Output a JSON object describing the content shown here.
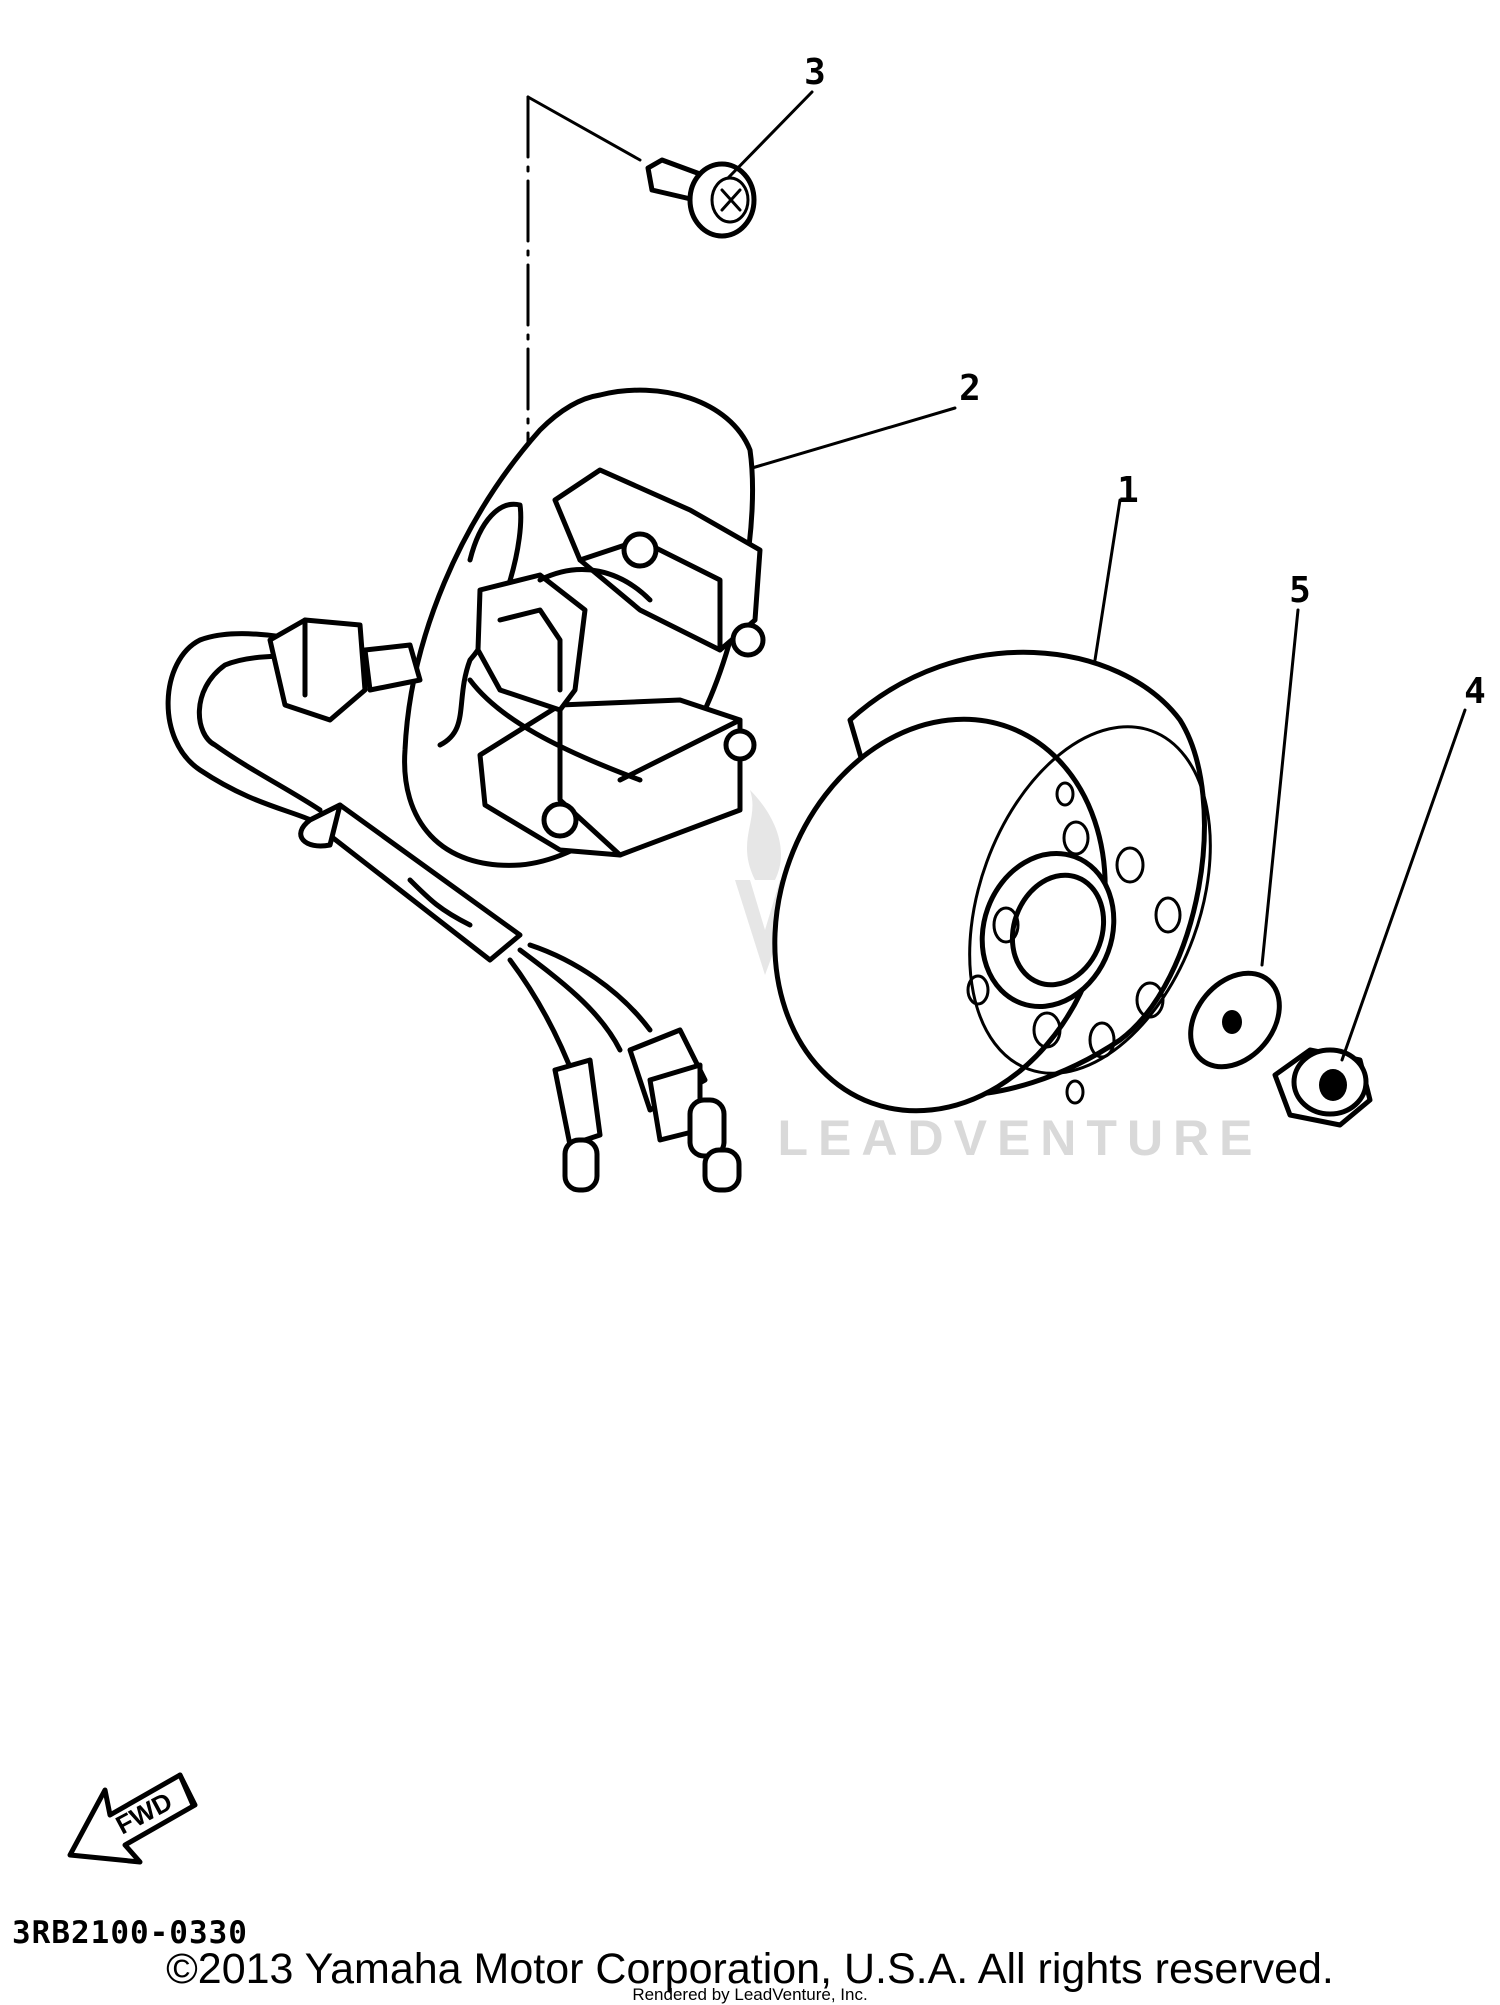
{
  "callouts": {
    "c1": "1",
    "c2": "2",
    "c3": "3",
    "c4": "4",
    "c5": "5"
  },
  "fwd_label": "FWD",
  "diagram_code": "3RB2100-0330",
  "copyright": "©2013 Yamaha Motor Corporation, U.S.A. All rights reserved.",
  "rendered_by": "Rendered by LeadVenture, Inc.",
  "watermark": "LEADVENTURE",
  "colors": {
    "line": "#000000",
    "background": "#ffffff",
    "watermark": "#d9d9d9"
  }
}
